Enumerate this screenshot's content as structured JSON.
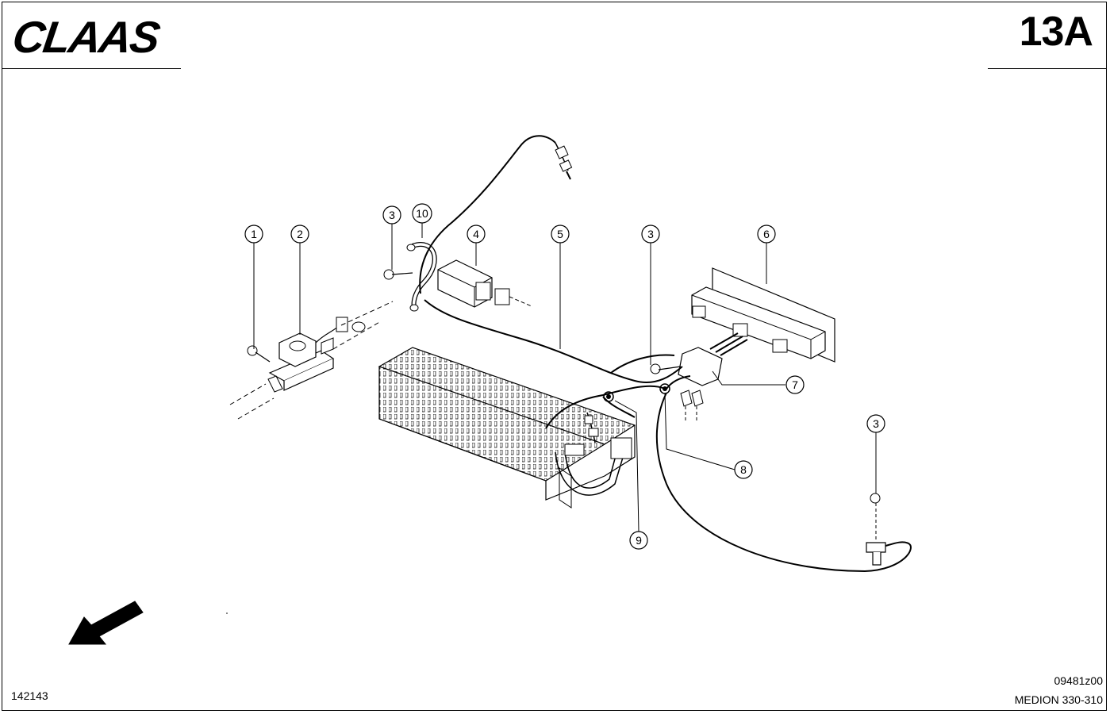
{
  "header": {
    "brand_logo": "CLAAS",
    "page_code": "13A"
  },
  "callouts": [
    {
      "id": "c1",
      "label": "1"
    },
    {
      "id": "c2",
      "label": "2"
    },
    {
      "id": "c3a",
      "label": "3"
    },
    {
      "id": "c10",
      "label": "10"
    },
    {
      "id": "c4",
      "label": "4"
    },
    {
      "id": "c5",
      "label": "5"
    },
    {
      "id": "c3b",
      "label": "3"
    },
    {
      "id": "c6",
      "label": "6"
    },
    {
      "id": "c7",
      "label": "7"
    },
    {
      "id": "c8",
      "label": "8"
    },
    {
      "id": "c9",
      "label": "9"
    },
    {
      "id": "c3c",
      "label": "3"
    }
  ],
  "footer": {
    "doc_number": "142143",
    "drawing_id": "09481z00",
    "model": "MEDION 330-310"
  },
  "icons": {
    "direction_arrow": "arrow-down-left-icon"
  }
}
